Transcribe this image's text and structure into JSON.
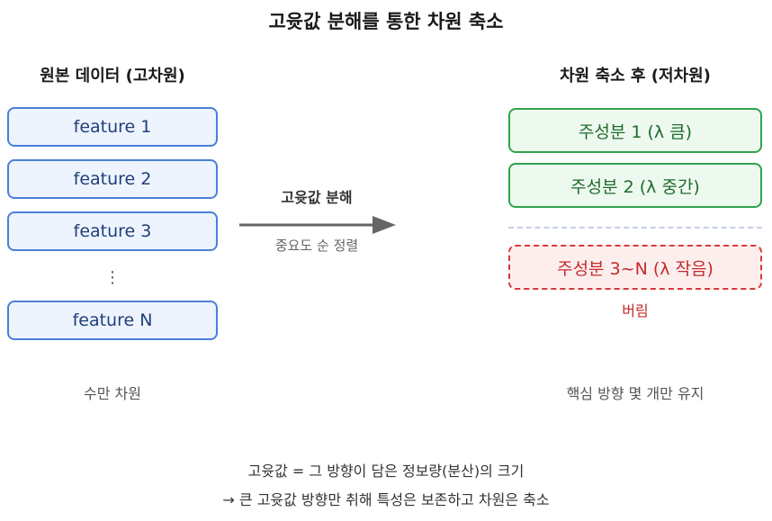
{
  "title": "고윳값 분해를 통한 차원 축소",
  "left": {
    "heading": "원본 데이터 (고차원)",
    "features": [
      "feature 1",
      "feature 2",
      "feature 3",
      "feature N"
    ],
    "ellipsis": "⋮",
    "caption": "수만 차원"
  },
  "arrow": {
    "label": "고윳값 분해",
    "sublabel": "중요도 순 정렬"
  },
  "right": {
    "heading": "차원 축소 후 (저차원)",
    "components": [
      "주성분 1 (λ 큼)",
      "주성분 2 (λ 중간)"
    ],
    "dropped_component": "주성분 3~N (λ 작음)",
    "dropped_label": "버림",
    "caption": "핵심 방향 몇 개만 유지"
  },
  "notes": [
    "고윳값 = 그 방향이 담은 정보량(분산)의 크기",
    "→ 큰 고윳값 방향만 취해 특성은 보존하고 차원은 축소"
  ],
  "colors": {
    "feature_border": "#4a7fd8",
    "feature_fill": "#eef4fe",
    "kept_border": "#31a24c",
    "kept_fill": "#edf9ef",
    "dropped_border": "#d63a3a",
    "dropped_fill": "#fdeeee",
    "arrow": "#666666"
  }
}
